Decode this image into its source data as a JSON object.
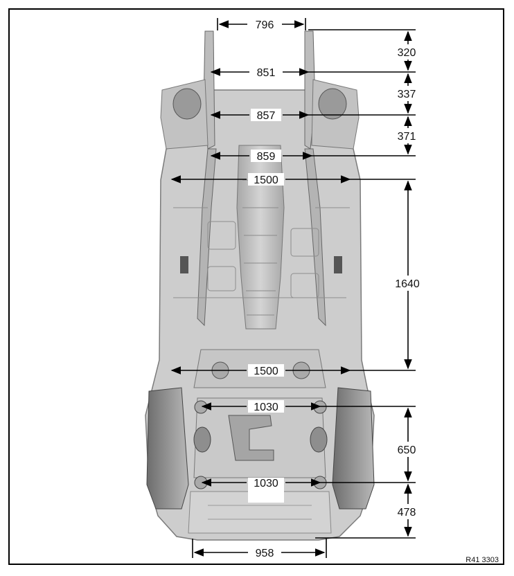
{
  "figure": {
    "reference_code": "R41 3303"
  },
  "dimensions": {
    "width_front_top": "796",
    "width_front_2": "851",
    "width_front_3": "857",
    "width_front_4": "859",
    "width_sill_front": "1500",
    "width_sill_rear": "1500",
    "width_rear_1": "1030",
    "width_rear_2": "1030",
    "width_rear_bottom": "958",
    "length_1": "320",
    "length_2": "337",
    "length_3": "371",
    "length_4": "1640",
    "length_5": "650",
    "length_6": "478"
  },
  "colors": {
    "body_fill": "#cfcfcf",
    "body_shade": "#9d9d9d",
    "line": "#000000"
  }
}
